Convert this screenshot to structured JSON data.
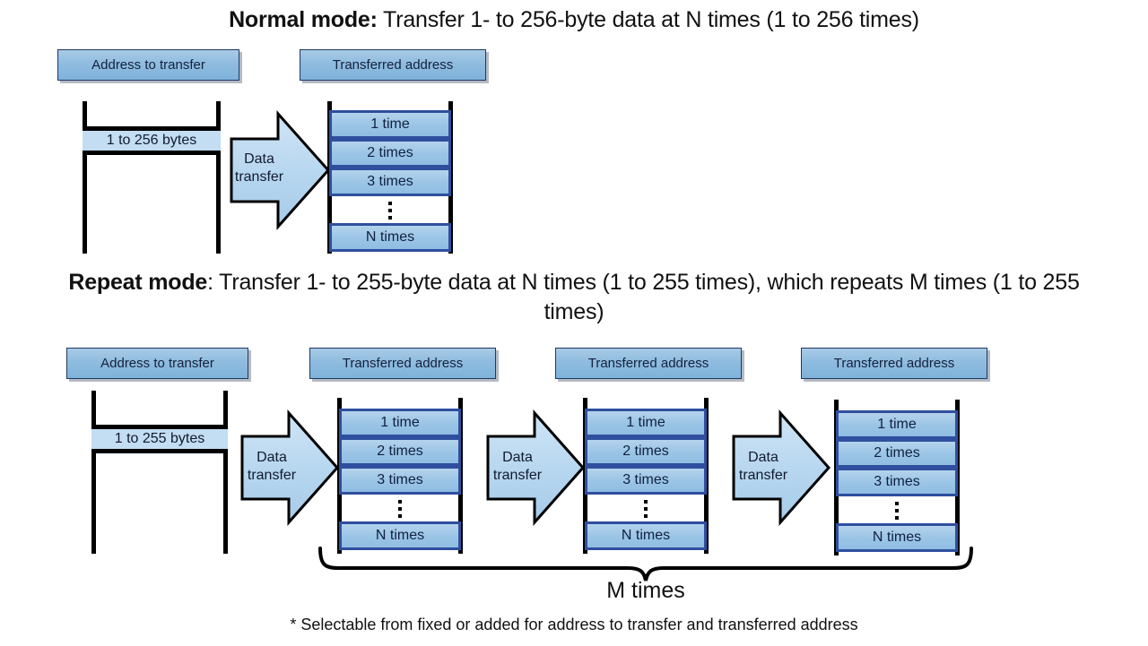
{
  "page": {
    "background": "#ffffff",
    "accent_blue": "#8fbcdf",
    "row_fill": "#9cc5e6",
    "row_border": "#2f4f9e",
    "outline": "#000000",
    "title_border": "#1f3864"
  },
  "normal_mode": {
    "heading_strong": "Normal mode:",
    "heading_rest": " Transfer 1- to 256-byte data at N times (1 to 256 times)",
    "source": {
      "title": "Address to transfer",
      "band_label": "1 to 256 bytes"
    },
    "arrow": {
      "line1": "Data",
      "line2": "transfer"
    },
    "destination": {
      "title": "Transferred address",
      "rows": [
        "1 time",
        "2 times",
        "3 times"
      ],
      "gap_glyph": "vertical-ellipsis",
      "last_row": "N times"
    }
  },
  "repeat_mode": {
    "heading_strong": "Repeat mode",
    "heading_rest": ": Transfer 1- to 255-byte data at N times (1 to 255 times), which repeats  M times (1 to 255 times)",
    "source": {
      "title": "Address to transfer",
      "band_label": "1 to 255 bytes"
    },
    "arrows": [
      {
        "line1": "Data",
        "line2": "transfer"
      },
      {
        "line1": "Data",
        "line2": "transfer"
      },
      {
        "line1": "Data",
        "line2": "transfer"
      }
    ],
    "destinations": [
      {
        "title": "Transferred address",
        "rows": [
          "1 time",
          "2 times",
          "3 times"
        ],
        "gap_glyph": "vertical-ellipsis",
        "last_row": "N times"
      },
      {
        "title": "Transferred address",
        "rows": [
          "1 time",
          "2 times",
          "3 times"
        ],
        "gap_glyph": "vertical-ellipsis",
        "last_row": "N times"
      },
      {
        "title": "Transferred address",
        "rows": [
          "1 time",
          "2 times",
          "3 times"
        ],
        "gap_glyph": "vertical-ellipsis",
        "last_row": "N times"
      }
    ],
    "brace_label": "M times"
  },
  "footnote": "* Selectable from fixed or added for address to transfer and transferred address"
}
